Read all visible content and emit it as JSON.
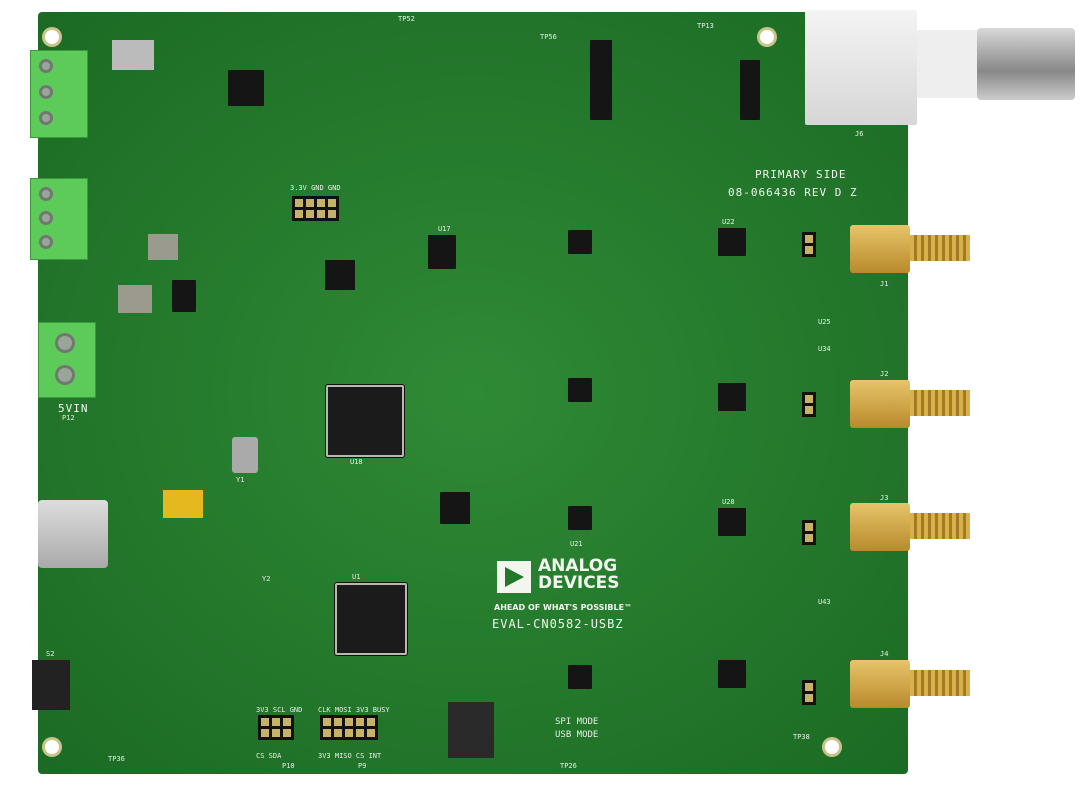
{
  "board": {
    "side_label": "PRIMARY SIDE",
    "part_number": "08-066436 REV D Z",
    "brand": "ANALOG DEVICES",
    "tagline": "AHEAD OF WHAT'S POSSIBLE™",
    "model": "EVAL-CN0582-USBZ",
    "switch_labels": {
      "top": "SPI MODE",
      "bottom": "USB MODE"
    },
    "power_label": "5VIN",
    "connectors": [
      "J1",
      "J2",
      "J3",
      "J4",
      "J6"
    ],
    "headers": {
      "p9_top": "CLK MOSI 3V3 BUSY",
      "p9_bottom": "3V3 MISO CS INT",
      "p10_top": "3V3 SCL GND",
      "p10_bottom": "CS SDA",
      "p9": "P9",
      "p10": "P10",
      "top_header": "3.3V  GND      GND"
    },
    "refs": [
      "U1",
      "U18",
      "U17",
      "U21",
      "U22",
      "U25",
      "U28",
      "U34",
      "U43",
      "S2",
      "P12",
      "Y1",
      "Y2",
      "TP36",
      "TP38",
      "TP26",
      "TP13",
      "TP52",
      "TP56"
    ]
  },
  "colors": {
    "pcb": "#23772b",
    "silkscreen": "#f2f6ef",
    "gold": "#d8b04c",
    "terminal": "#5ccb5a"
  }
}
